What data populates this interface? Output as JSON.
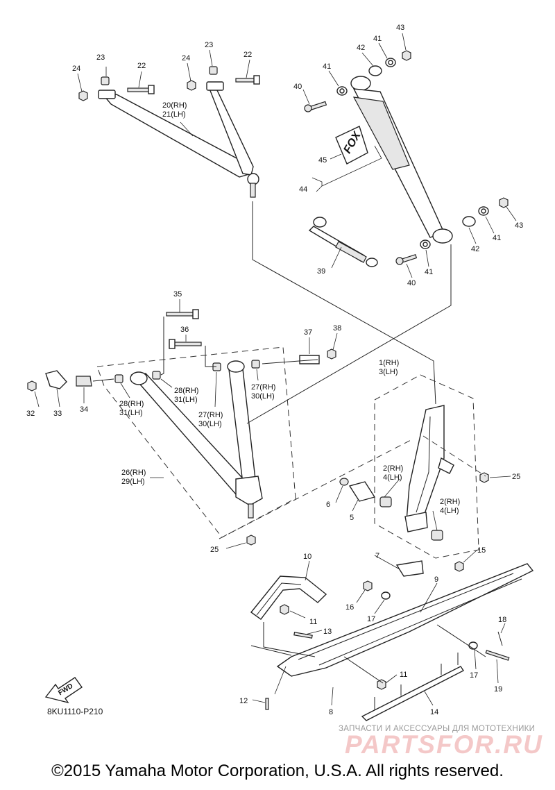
{
  "diagram_code": "8KU1110-P210",
  "fwd_label": "FWD",
  "copyright": "©2015 Yamaha Motor Corporation, U.S.A. All rights reserved.",
  "watermark": {
    "caption": "ЗАПЧАСТИ И АКСЕССУАРЫ ДЛЯ МОТОТЕХНИКИ",
    "logo": "PARTSFOR.RU"
  },
  "callouts": [
    {
      "id": "c1",
      "lines": [
        "1(RH)",
        "3(LH)"
      ]
    },
    {
      "id": "c2a",
      "lines": [
        "2(RH)",
        "4(LH)"
      ]
    },
    {
      "id": "c2b",
      "lines": [
        "2(RH)",
        "4(LH)"
      ]
    },
    {
      "id": "c5",
      "lines": [
        "5"
      ]
    },
    {
      "id": "c6",
      "lines": [
        "6"
      ]
    },
    {
      "id": "c7",
      "lines": [
        "7"
      ]
    },
    {
      "id": "c8",
      "lines": [
        "8"
      ]
    },
    {
      "id": "c9",
      "lines": [
        "9"
      ]
    },
    {
      "id": "c10",
      "lines": [
        "10"
      ]
    },
    {
      "id": "c11a",
      "lines": [
        "11"
      ]
    },
    {
      "id": "c11b",
      "lines": [
        "11"
      ]
    },
    {
      "id": "c12",
      "lines": [
        "12"
      ]
    },
    {
      "id": "c13",
      "lines": [
        "13"
      ]
    },
    {
      "id": "c14",
      "lines": [
        "14"
      ]
    },
    {
      "id": "c15",
      "lines": [
        "15"
      ]
    },
    {
      "id": "c16",
      "lines": [
        "16"
      ]
    },
    {
      "id": "c17a",
      "lines": [
        "17"
      ]
    },
    {
      "id": "c17b",
      "lines": [
        "17"
      ]
    },
    {
      "id": "c18",
      "lines": [
        "18"
      ]
    },
    {
      "id": "c19",
      "lines": [
        "19"
      ]
    },
    {
      "id": "c20",
      "lines": [
        "20(RH)",
        "21(LH)"
      ]
    },
    {
      "id": "c22a",
      "lines": [
        "22"
      ]
    },
    {
      "id": "c22b",
      "lines": [
        "22"
      ]
    },
    {
      "id": "c23a",
      "lines": [
        "23"
      ]
    },
    {
      "id": "c23b",
      "lines": [
        "23"
      ]
    },
    {
      "id": "c24a",
      "lines": [
        "24"
      ]
    },
    {
      "id": "c24b",
      "lines": [
        "24"
      ]
    },
    {
      "id": "c25a",
      "lines": [
        "25"
      ]
    },
    {
      "id": "c25b",
      "lines": [
        "25"
      ]
    },
    {
      "id": "c26",
      "lines": [
        "26(RH)",
        "29(LH)"
      ]
    },
    {
      "id": "c27a",
      "lines": [
        "27(RH)",
        "30(LH)"
      ]
    },
    {
      "id": "c27b",
      "lines": [
        "27(RH)",
        "30(LH)"
      ]
    },
    {
      "id": "c28a",
      "lines": [
        "28(RH)",
        "31(LH)"
      ]
    },
    {
      "id": "c28b",
      "lines": [
        "28(RH)",
        "31(LH)"
      ]
    },
    {
      "id": "c32",
      "lines": [
        "32"
      ]
    },
    {
      "id": "c33",
      "lines": [
        "33"
      ]
    },
    {
      "id": "c34",
      "lines": [
        "34"
      ]
    },
    {
      "id": "c35",
      "lines": [
        "35"
      ]
    },
    {
      "id": "c36",
      "lines": [
        "36"
      ]
    },
    {
      "id": "c37",
      "lines": [
        "37"
      ]
    },
    {
      "id": "c38",
      "lines": [
        "38"
      ]
    },
    {
      "id": "c39",
      "lines": [
        "39"
      ]
    },
    {
      "id": "c40a",
      "lines": [
        "40"
      ]
    },
    {
      "id": "c40b",
      "lines": [
        "40"
      ]
    },
    {
      "id": "c41a",
      "lines": [
        "41"
      ]
    },
    {
      "id": "c41b",
      "lines": [
        "41"
      ]
    },
    {
      "id": "c41c",
      "lines": [
        "41"
      ]
    },
    {
      "id": "c41d",
      "lines": [
        "41"
      ]
    },
    {
      "id": "c42a",
      "lines": [
        "42"
      ]
    },
    {
      "id": "c42b",
      "lines": [
        "42"
      ]
    },
    {
      "id": "c43a",
      "lines": [
        "43"
      ]
    },
    {
      "id": "c43b",
      "lines": [
        "43"
      ]
    },
    {
      "id": "c44",
      "lines": [
        "44"
      ]
    },
    {
      "id": "c45",
      "lines": [
        "45"
      ]
    }
  ]
}
